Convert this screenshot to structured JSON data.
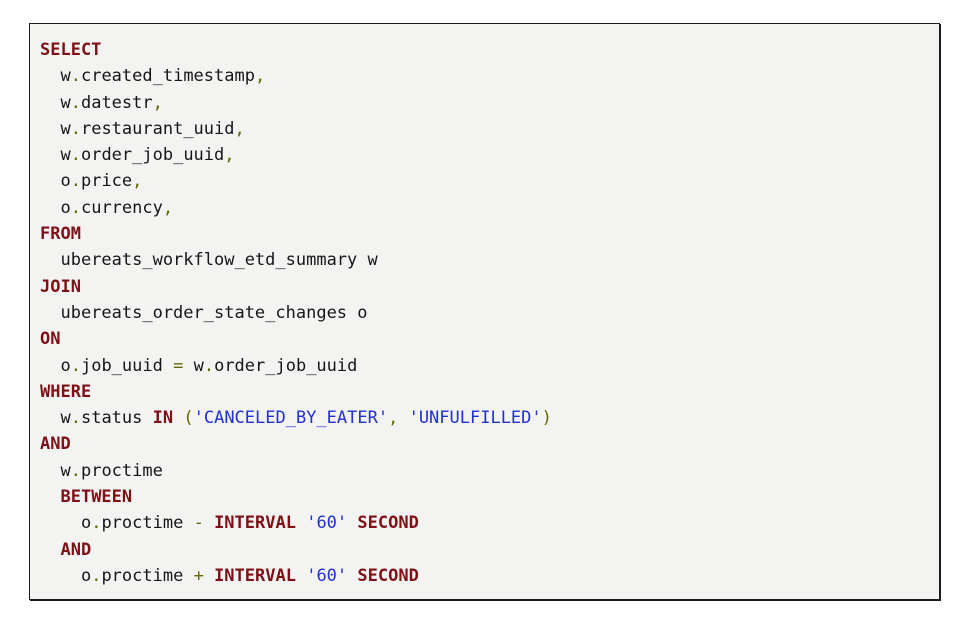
{
  "colors": {
    "keyword": "#7f1116",
    "string": "#2130d2",
    "punctuation": "#666600",
    "plain": "#161616",
    "background": "#f3f3f2",
    "border": "#1b1b1b",
    "page_background": "#ffffff"
  },
  "code_block": {
    "language": "sql",
    "lines": [
      [
        [
          "kw",
          "SELECT"
        ]
      ],
      [
        [
          "pln",
          "  w"
        ],
        [
          "pun",
          "."
        ],
        [
          "pln",
          "created_timestamp"
        ],
        [
          "pun",
          ","
        ]
      ],
      [
        [
          "pln",
          "  w"
        ],
        [
          "pun",
          "."
        ],
        [
          "pln",
          "datestr"
        ],
        [
          "pun",
          ","
        ]
      ],
      [
        [
          "pln",
          "  w"
        ],
        [
          "pun",
          "."
        ],
        [
          "pln",
          "restaurant_uuid"
        ],
        [
          "pun",
          ","
        ]
      ],
      [
        [
          "pln",
          "  w"
        ],
        [
          "pun",
          "."
        ],
        [
          "pln",
          "order_job_uuid"
        ],
        [
          "pun",
          ","
        ]
      ],
      [
        [
          "pln",
          "  o"
        ],
        [
          "pun",
          "."
        ],
        [
          "pln",
          "price"
        ],
        [
          "pun",
          ","
        ]
      ],
      [
        [
          "pln",
          "  o"
        ],
        [
          "pun",
          "."
        ],
        [
          "pln",
          "currency"
        ],
        [
          "pun",
          ","
        ]
      ],
      [
        [
          "kw",
          "FROM"
        ]
      ],
      [
        [
          "pln",
          "  ubereats_workflow_etd_summary w"
        ]
      ],
      [
        [
          "kw",
          "JOIN"
        ]
      ],
      [
        [
          "pln",
          "  ubereats_order_state_changes o"
        ]
      ],
      [
        [
          "kw",
          "ON"
        ]
      ],
      [
        [
          "pln",
          "  o"
        ],
        [
          "pun",
          "."
        ],
        [
          "pln",
          "job_uuid "
        ],
        [
          "pun",
          "="
        ],
        [
          "pln",
          " w"
        ],
        [
          "pun",
          "."
        ],
        [
          "pln",
          "order_job_uuid"
        ]
      ],
      [
        [
          "kw",
          "WHERE"
        ]
      ],
      [
        [
          "pln",
          "  w"
        ],
        [
          "pun",
          "."
        ],
        [
          "pln",
          "status "
        ],
        [
          "kw",
          "IN"
        ],
        [
          "pln",
          " "
        ],
        [
          "pun",
          "("
        ],
        [
          "str",
          "'CANCELED_BY_EATER'"
        ],
        [
          "pun",
          ","
        ],
        [
          "pln",
          " "
        ],
        [
          "str",
          "'UNFULFILLED'"
        ],
        [
          "pun",
          ")"
        ]
      ],
      [
        [
          "kw",
          "AND"
        ]
      ],
      [
        [
          "pln",
          "  w"
        ],
        [
          "pun",
          "."
        ],
        [
          "pln",
          "proctime"
        ]
      ],
      [
        [
          "pln",
          "  "
        ],
        [
          "kw",
          "BETWEEN"
        ]
      ],
      [
        [
          "pln",
          "    o"
        ],
        [
          "pun",
          "."
        ],
        [
          "pln",
          "proctime "
        ],
        [
          "pun",
          "-"
        ],
        [
          "pln",
          " "
        ],
        [
          "kw",
          "INTERVAL"
        ],
        [
          "pln",
          " "
        ],
        [
          "str",
          "'60'"
        ],
        [
          "pln",
          " "
        ],
        [
          "kw",
          "SECOND"
        ]
      ],
      [
        [
          "pln",
          "  "
        ],
        [
          "kw",
          "AND"
        ]
      ],
      [
        [
          "pln",
          "    o"
        ],
        [
          "pun",
          "."
        ],
        [
          "pln",
          "proctime "
        ],
        [
          "pun",
          "+"
        ],
        [
          "pln",
          " "
        ],
        [
          "kw",
          "INTERVAL"
        ],
        [
          "pln",
          " "
        ],
        [
          "str",
          "'60'"
        ],
        [
          "pln",
          " "
        ],
        [
          "kw",
          "SECOND"
        ]
      ]
    ]
  }
}
